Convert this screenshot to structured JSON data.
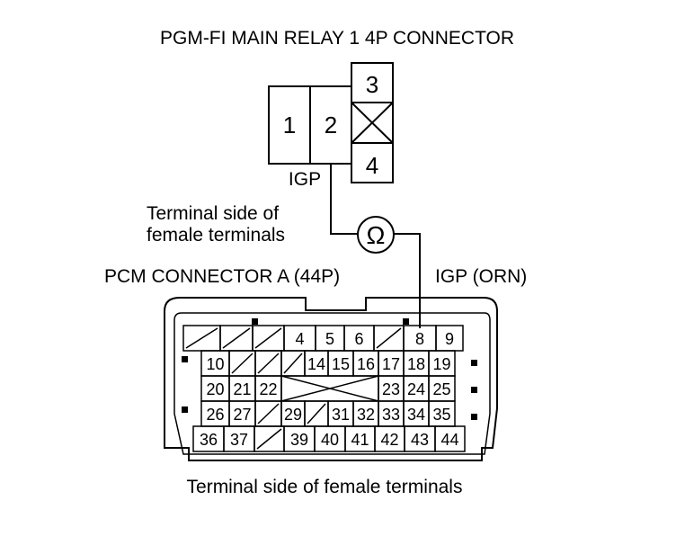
{
  "title": "PGM-FI MAIN RELAY 1 4P CONNECTOR",
  "relay": {
    "pins": [
      "1",
      "2",
      "3",
      "4"
    ],
    "wire_label": "IGP"
  },
  "relay_note": "Terminal side of female terminals",
  "relay_note_lines": [
    "Terminal side of",
    "female terminals"
  ],
  "ohmmeter_symbol": "Ω",
  "pcm": {
    "title": "PCM CONNECTOR A (44P)",
    "wire_label": "IGP (ORN)",
    "rows": [
      [
        "",
        "",
        "",
        "4",
        "5",
        "6",
        "",
        "8",
        "9"
      ],
      [
        "10",
        "",
        "",
        "",
        "14",
        "15",
        "16",
        "17",
        "18",
        "19"
      ],
      [
        "20",
        "21",
        "22",
        "23",
        "24",
        "25"
      ],
      [
        "26",
        "27",
        "",
        "29",
        "",
        "31",
        "32",
        "33",
        "34",
        "35"
      ],
      [
        "36",
        "37",
        "",
        "39",
        "40",
        "41",
        "42",
        "43",
        "44"
      ]
    ]
  },
  "footer": "Terminal side of female terminals"
}
